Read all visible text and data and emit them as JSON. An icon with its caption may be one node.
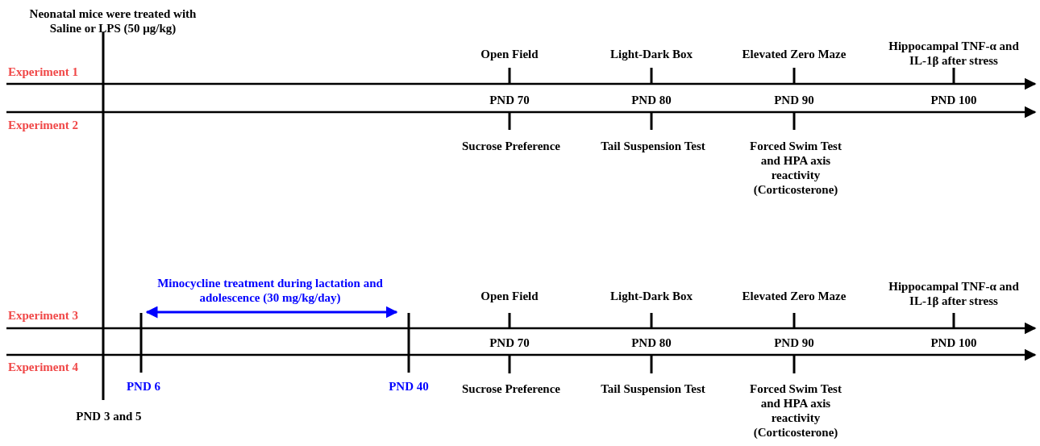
{
  "diagram": {
    "labels": [
      "Neonatal mice were treated with Saline or LPS (50 μg/kg)",
      "Open Field",
      "Light-Dark Box",
      "Elevated Zero Maze",
      "Hippocampal TNF-α and IL-1β after stress",
      "Experiment 1",
      "PND 70",
      "PND 80",
      "PND 90",
      "PND 100",
      "Experiment 2",
      "Sucrose Preference",
      "Tail Suspension Test",
      "Forced Swim Test and HPA axis reactivity (Corticosterone)",
      "Minocycline treatment during lactation and adolescence (30 mg/kg/day)",
      "Open Field",
      "Light-Dark Box",
      "Elevated Zero Maze",
      "Hippocampal TNF-α and IL-1β after stress",
      "Experiment 3",
      "PND 70",
      "PND 80",
      "PND 90",
      "PND 100",
      "Experiment 4",
      "PND 6",
      "PND 40",
      "Sucrose Preference",
      "Tail Suspension Test",
      "Forced Swim Test and HPA axis reactivity (Corticosterone)",
      "PND 3 and 5"
    ]
  }
}
